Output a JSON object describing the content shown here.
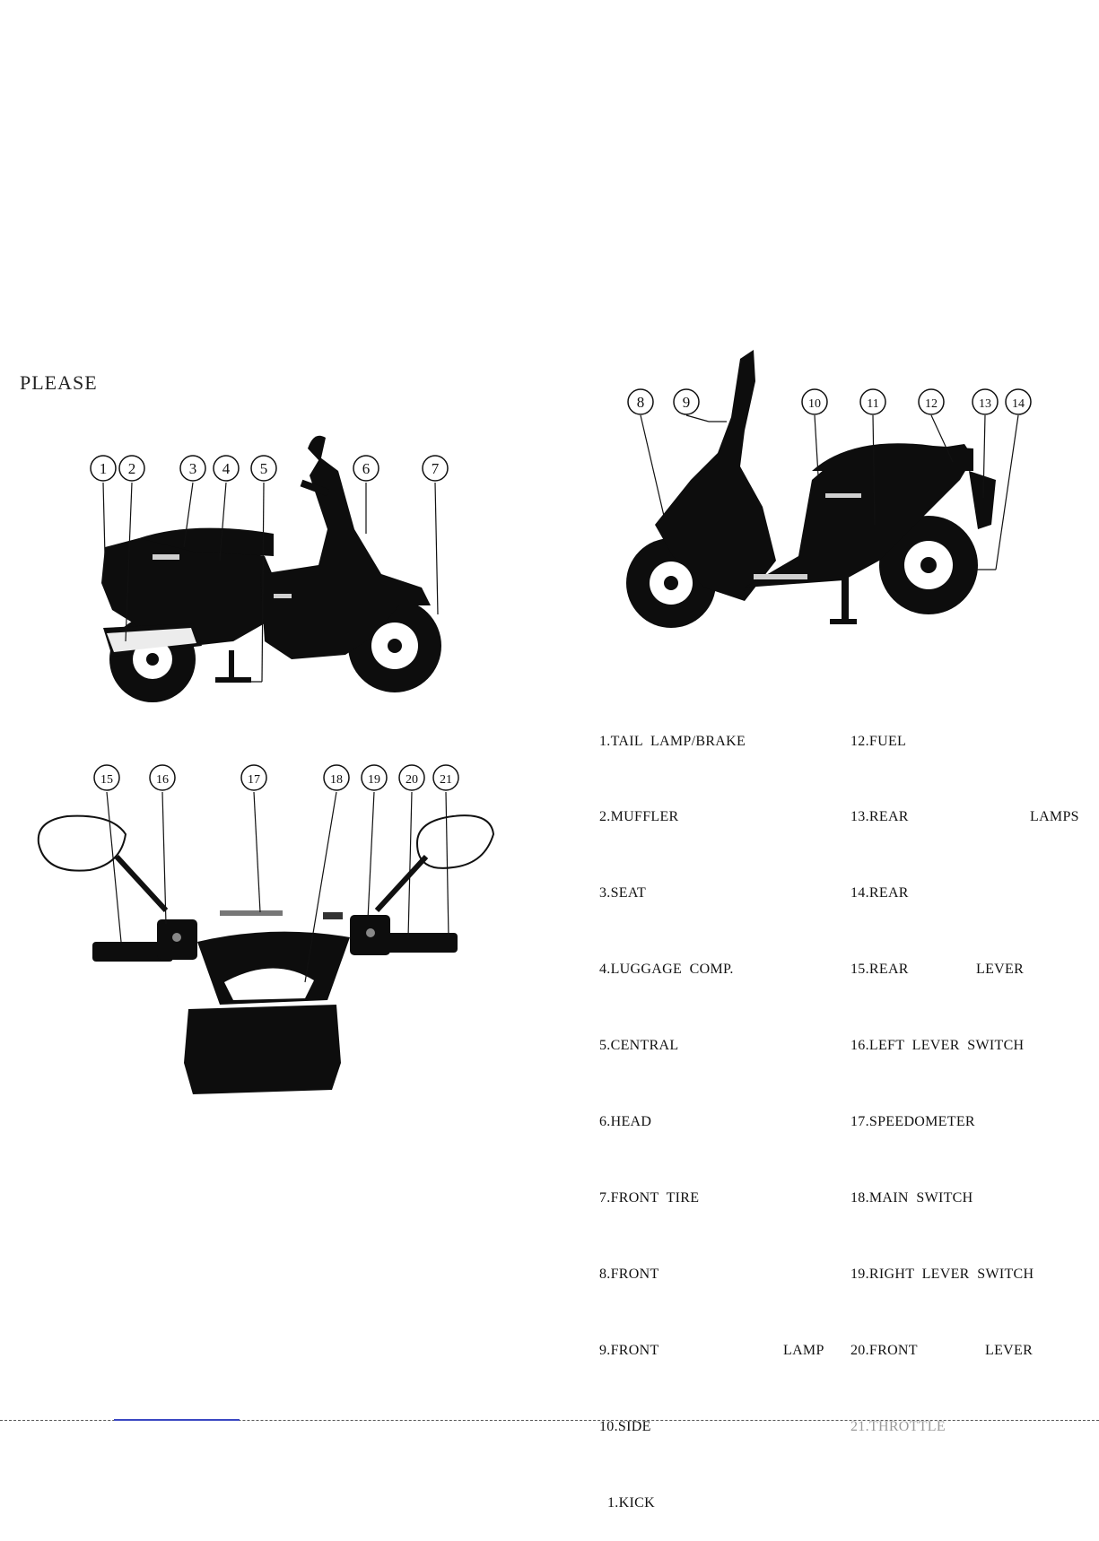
{
  "page": {
    "heading": "PLEASE"
  },
  "figures": {
    "scooter_left_side": {
      "callouts": [
        "1",
        "2",
        "3",
        "4",
        "5",
        "6",
        "7"
      ]
    },
    "scooter_right_side": {
      "callouts": [
        "8",
        "9",
        "10",
        "11",
        "12",
        "13",
        "14"
      ]
    },
    "handlebar": {
      "callouts": [
        "15",
        "16",
        "17",
        "18",
        "19",
        "20",
        "21"
      ]
    }
  },
  "legend": {
    "left": [
      {
        "num": "1.",
        "label": "TAIL  LAMP/BRAKE"
      },
      {
        "num": "2.",
        "label": "MUFFLER"
      },
      {
        "num": "3.",
        "label": "SEAT"
      },
      {
        "num": "4.",
        "label": "LUGGAGE  COMP."
      },
      {
        "num": "5.",
        "label": "CENTRAL"
      },
      {
        "num": "6.",
        "label": "HEAD"
      },
      {
        "num": "7.",
        "label": "FRONT  TIRE"
      },
      {
        "num": "8.",
        "label": "FRONT"
      },
      {
        "num": "9.",
        "label": "FRONT",
        "suffix": "LAMP"
      },
      {
        "num": "10.",
        "label": "SIDE"
      },
      {
        "num": "1.",
        "label": "KICK"
      }
    ],
    "right": [
      {
        "num": "12.",
        "label": "FUEL"
      },
      {
        "num": "13.",
        "label": "REAR",
        "suffix": "LAMPS"
      },
      {
        "num": "14.",
        "label": "REAR"
      },
      {
        "num": "15.",
        "label": "REAR",
        "suffix": "LEVER"
      },
      {
        "num": "16.",
        "label": "LEFT  LEVER  SWITCH"
      },
      {
        "num": "17.",
        "label": "SPEEDOMETER"
      },
      {
        "num": "18.",
        "label": "MAIN  SWITCH"
      },
      {
        "num": "19.",
        "label": "RIGHT  LEVER  SWITCH"
      },
      {
        "num": "20.",
        "label": "FRONT",
        "suffix": "LEVER"
      },
      {
        "num": "21.",
        "label": "THROTTLE",
        "faded": true
      }
    ]
  }
}
